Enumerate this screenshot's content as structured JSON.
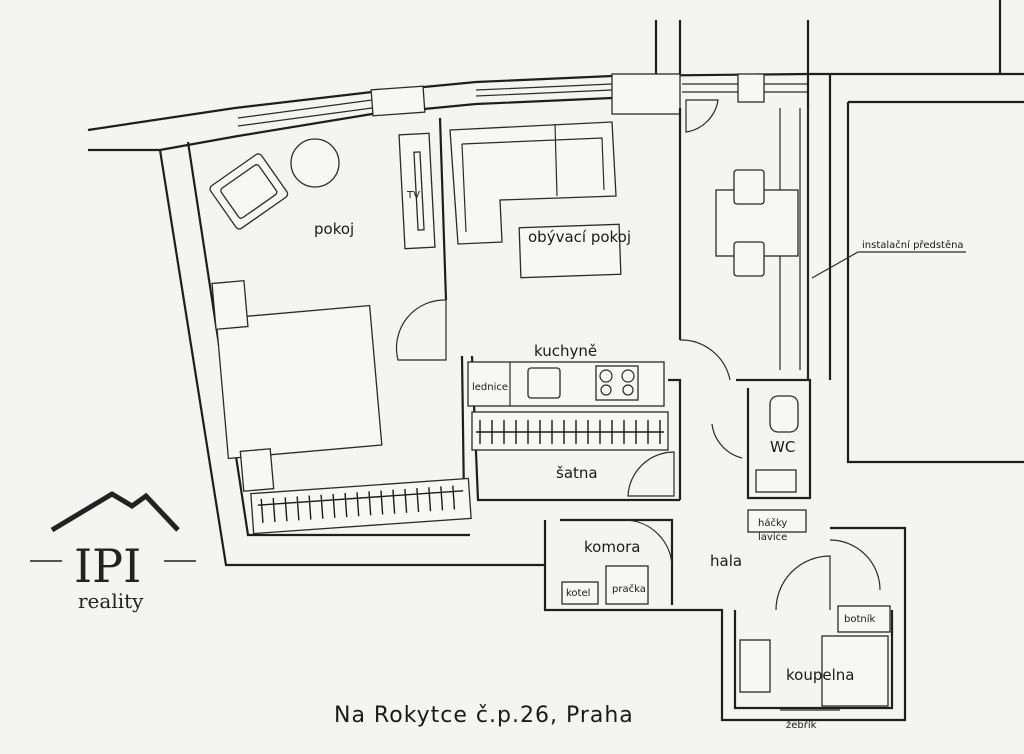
{
  "rooms": {
    "pokoj": "pokoj",
    "obyvaci_pokoj": "obývací pokoj",
    "kuchyne": "kuchyně",
    "satna": "šatna",
    "komora": "komora",
    "hala": "hala",
    "wc": "WC",
    "koupelna": "koupelna"
  },
  "fixtures": {
    "tv": "TV",
    "lednice": "lednice",
    "hacky": "háčky",
    "lavice": "lavice",
    "kotel": "kotel",
    "pracka": "pračka",
    "botnik": "botník",
    "zebrik": "žebřík"
  },
  "annotation": "instalační předstěna",
  "address": "Na Rokytce č.p.26, Praha",
  "logo": {
    "main": "IPI",
    "sub": "reality",
    "color": "#222222"
  }
}
